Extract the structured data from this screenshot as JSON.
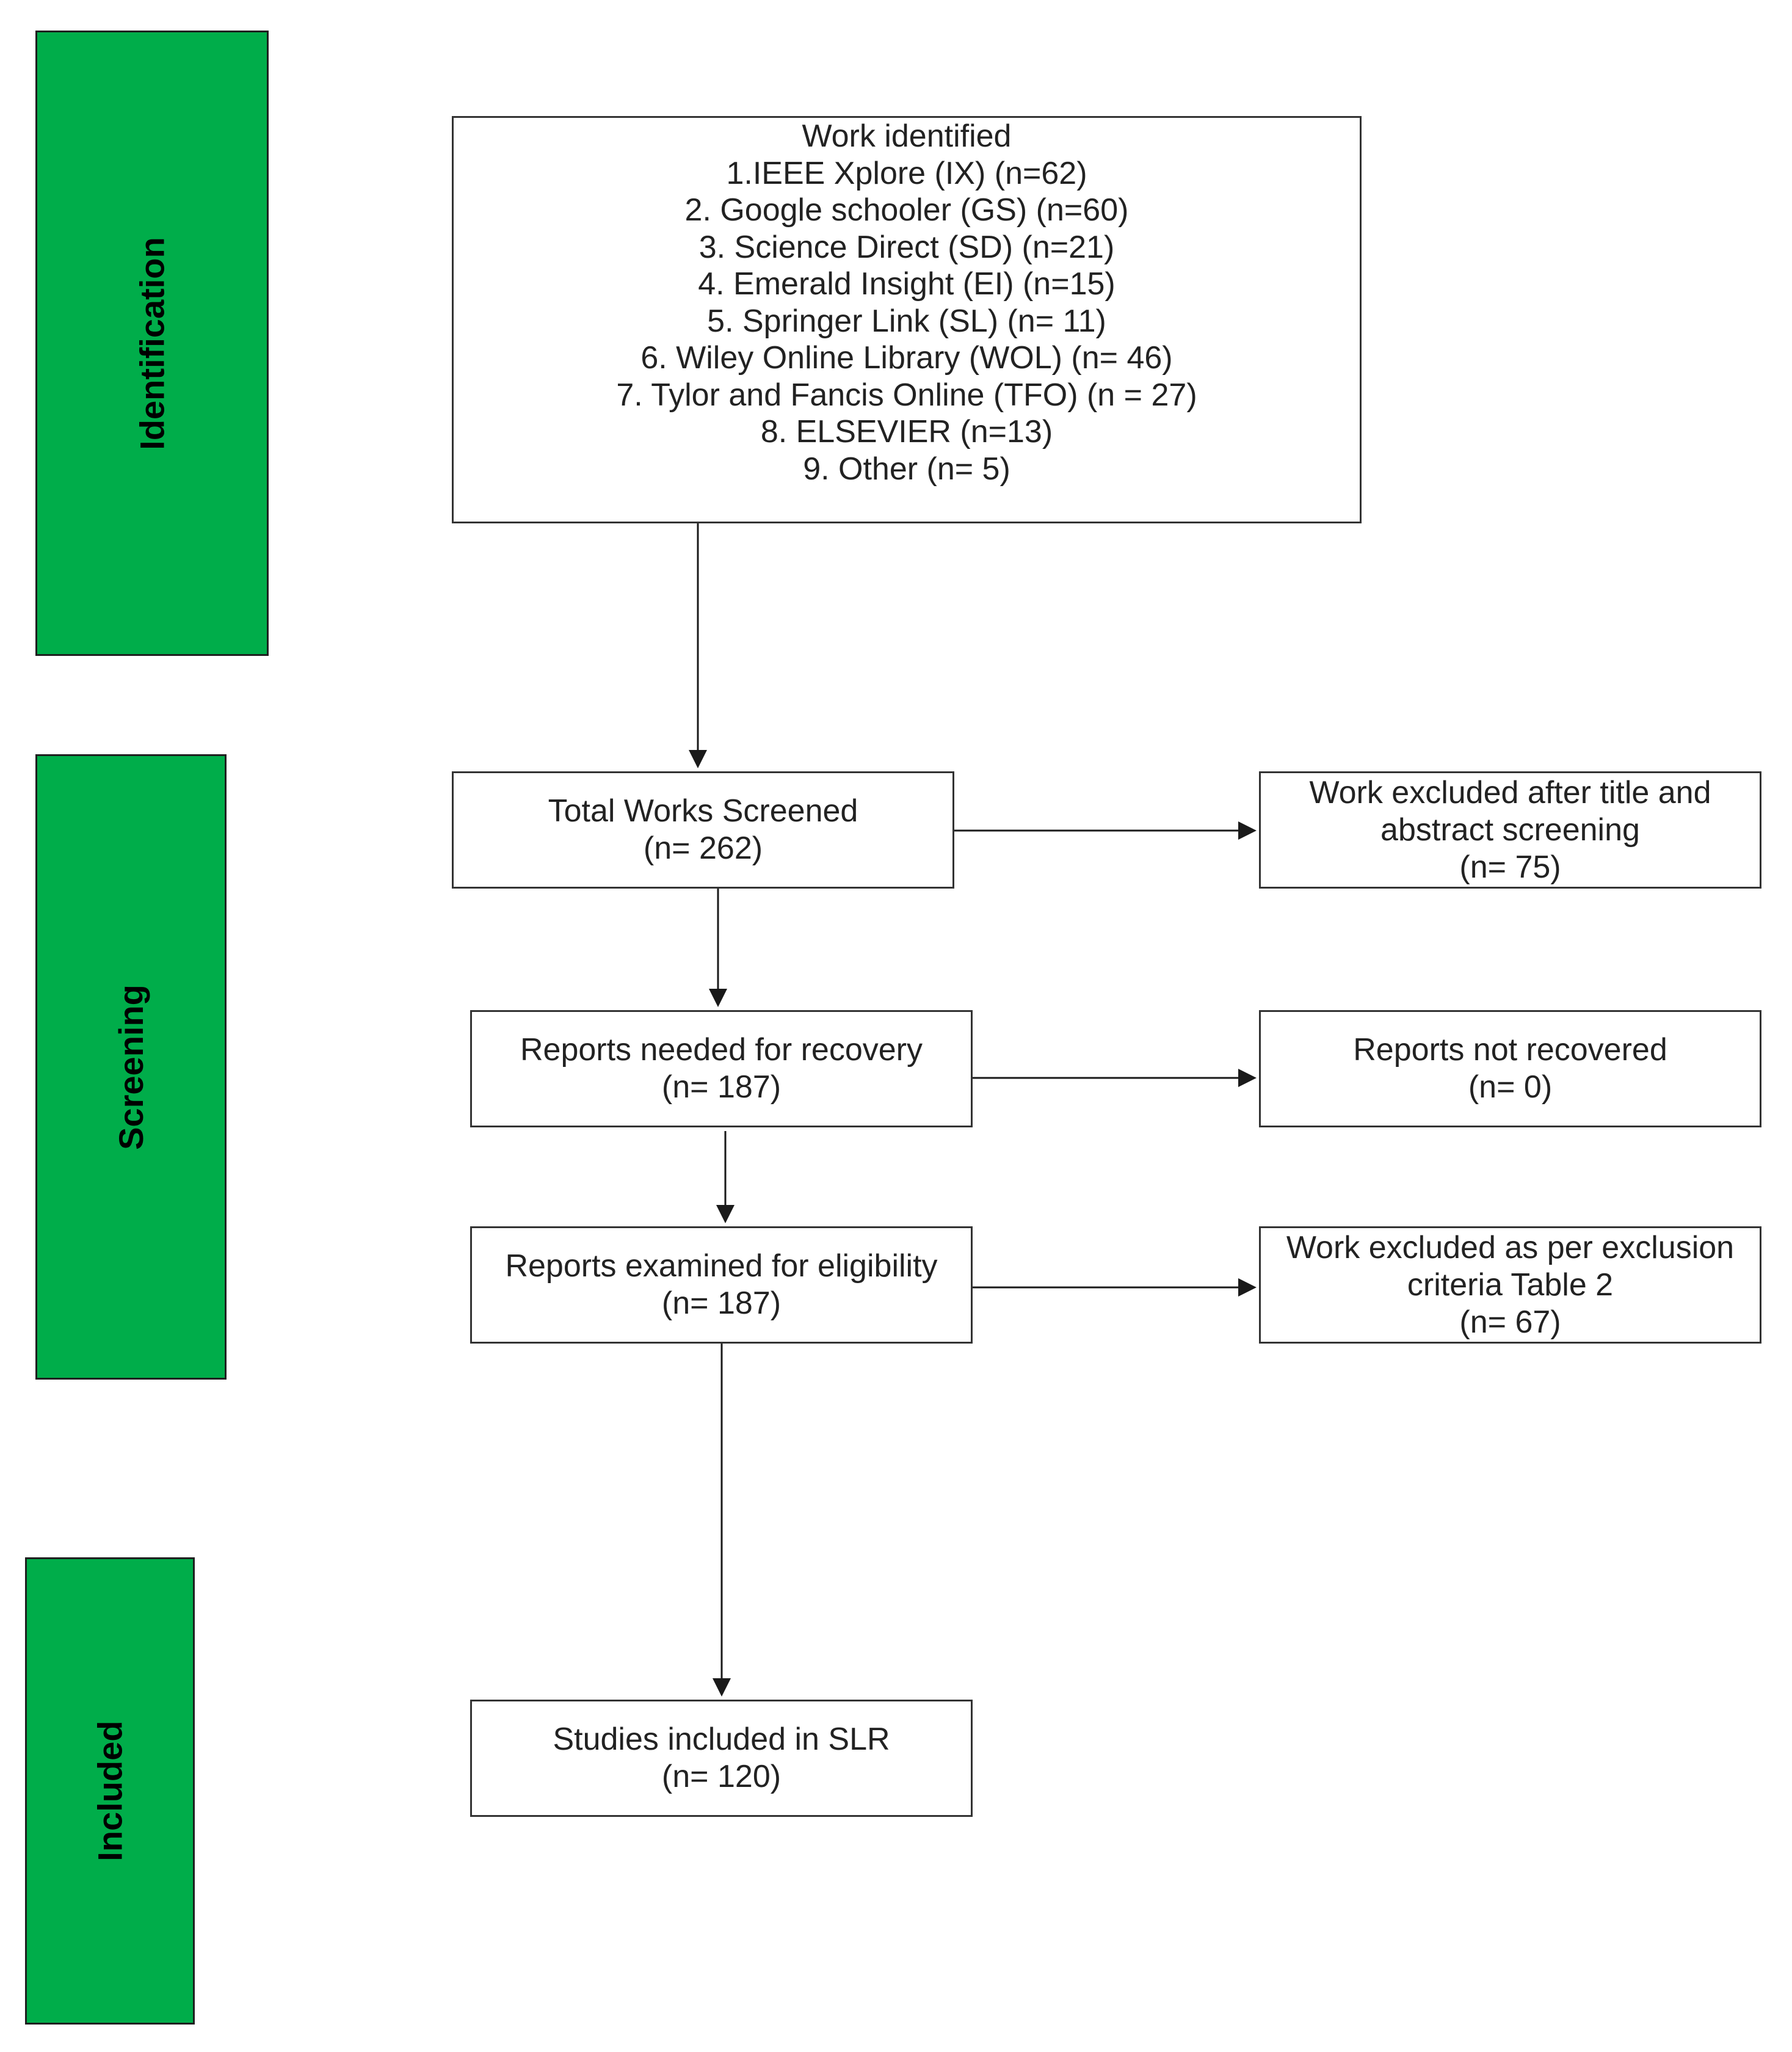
{
  "colors": {
    "phase_fill": "#00AD4A",
    "box_border": "#333333",
    "arrow": "#1a1a1a",
    "text": "#222222"
  },
  "phases": {
    "identification": "Identification",
    "screening": "Screening",
    "included": "Included"
  },
  "identified": {
    "title": "Work identified",
    "sources": [
      "1.IEEE Xplore (IX) (n=62)",
      "2. Google schooler (GS) (n=60)",
      "3. Science Direct (SD) (n=21)",
      "4. Emerald Insight (EI) (n=15)",
      "5. Springer Link (SL) (n= 11)",
      "6. Wiley Online Library (WOL) (n= 46)",
      "7. Tylor and Fancis Online (TFO) (n = 27)",
      "8. ELSEVIER (n=13)",
      "9. Other (n= 5)"
    ]
  },
  "screened": {
    "label": "Total Works Screened",
    "count": "(n= 262)"
  },
  "excluded_title_abstract": {
    "line1": "Work excluded after title and",
    "line2": "abstract screening",
    "count": "(n= 75)"
  },
  "retrieval": {
    "label": "Reports needed for recovery",
    "count": "(n= 187)"
  },
  "not_retrieved": {
    "label": "Reports not recovered",
    "count": "(n= 0)"
  },
  "eligibility": {
    "label": "Reports examined for eligibility",
    "count": "(n= 187)"
  },
  "excluded_criteria": {
    "line1": "Work excluded as per exclusion",
    "line2": "criteria Table 2",
    "count": "(n= 67)"
  },
  "included": {
    "label": "Studies included in SLR",
    "count": "(n= 120)"
  }
}
